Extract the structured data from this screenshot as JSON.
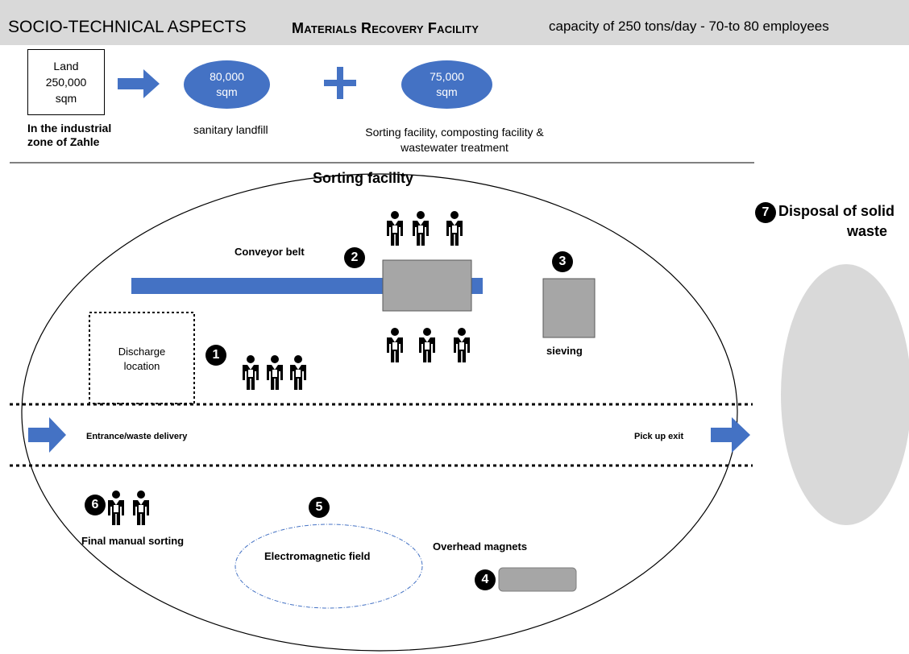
{
  "header": {
    "left": "SOCIO-TECHNICAL ASPECTS",
    "title": "Materials Recovery Facility",
    "capacity": "capacity of 250 tons/day -  70-to 80 employees",
    "bar_color": "#d9d9d9"
  },
  "land": {
    "line1": "Land",
    "line2": "250,000",
    "line3": "sqm",
    "caption_line1": "In the industrial",
    "caption_line2": "zone of Zahle"
  },
  "landfill": {
    "value": "80,000",
    "unit": "sqm",
    "caption": "sanitary landfill"
  },
  "sorting_area": {
    "value": "75,000",
    "unit": "sqm",
    "caption_line1": "Sorting facility, composting facility  &",
    "caption_line2": "wastewater treatment"
  },
  "facility": {
    "title": "Sorting facility",
    "discharge_line1": "Discharge",
    "discharge_line2": "location",
    "conveyor": "Conveyor belt",
    "sieving": "sieving",
    "entrance": "Entrance/waste delivery",
    "pickup": "Pick up exit",
    "final_sorting": "Final manual sorting",
    "electromagnetic": "Electromagnetic field",
    "magnets": "Overhead magnets"
  },
  "disposal": {
    "line1": "Disposal of solid",
    "line2": "waste"
  },
  "steps": [
    "1",
    "2",
    "3",
    "4",
    "5",
    "6",
    "7"
  ],
  "colors": {
    "accent_blue": "#4472c4",
    "machine_gray": "#a6a6a6",
    "disposal_gray": "#d9d9d9"
  }
}
